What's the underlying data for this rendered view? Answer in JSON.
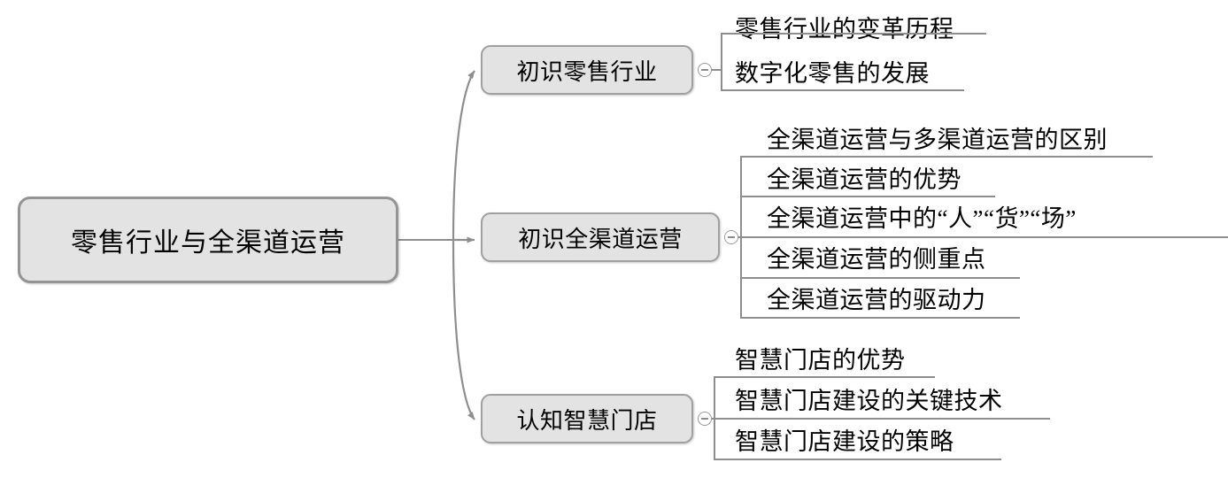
{
  "diagram": {
    "type": "mindmap",
    "title": "零售行业与全渠道运营",
    "orientation": "left-to-right",
    "colors": {
      "node_fill": "#e3e3e3",
      "node_border": "#a0a0a0",
      "line": "#8e8e8e",
      "text": "#000000",
      "background": "#ffffff"
    },
    "root": {
      "label": "零售行业与全渠道运营"
    },
    "branches": [
      {
        "label": "初识零售行业",
        "toggle_icon": "collapse-minus-circle-icon",
        "children": [
          {
            "label": "零售行业的变革历程"
          },
          {
            "label": "数字化零售的发展"
          }
        ]
      },
      {
        "label": "初识全渠道运营",
        "toggle_icon": "collapse-minus-circle-icon",
        "children": [
          {
            "label": "全渠道运营与多渠道运营的区别"
          },
          {
            "label": "全渠道运营的优势"
          },
          {
            "label": "全渠道运营中的“人”“货”“场”"
          },
          {
            "label": "全渠道运营的侧重点"
          },
          {
            "label": "全渠道运营的驱动力"
          }
        ]
      },
      {
        "label": "认知智慧门店",
        "toggle_icon": "collapse-minus-circle-icon",
        "children": [
          {
            "label": "智慧门店的优势"
          },
          {
            "label": "智慧门店建设的关键技术"
          },
          {
            "label": "智慧门店建设的策略"
          }
        ]
      }
    ]
  }
}
